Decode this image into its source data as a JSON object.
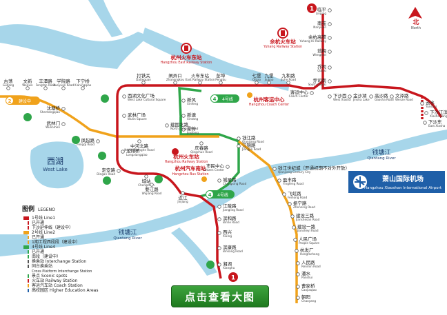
{
  "colors": {
    "water": "#a7d6ea",
    "line1": "#c8161d",
    "line2": "#f0a21b",
    "line4": "#2fa64a"
  },
  "compass": {
    "label": "北",
    "en": "North"
  },
  "water": {
    "west_lake": {
      "zh": "西湖",
      "en": "West Lake"
    },
    "qiantang_river_1": {
      "zh": "钱塘江",
      "en": "Qiantang River"
    },
    "qiantang_river_2": {
      "zh": "钱塘江",
      "en": "Qiantang River"
    }
  },
  "line_badges": {
    "l1a": "1",
    "l1b": "1",
    "l2": "2",
    "l2_status": "建设中",
    "l4a": "4",
    "l4a_zh": "4号线",
    "l4b": "4",
    "l4b_zh": "4号线"
  },
  "hubs": {
    "east_station": {
      "zh": "杭州火车东站",
      "en": "Hangzhou East Railway Station"
    },
    "yuhang_station": {
      "zh": "余杭火车站",
      "en": "Yuhang Railway Station"
    },
    "coach_center": {
      "zh": "杭州客运中心",
      "en": "Hangzhou Coach Center"
    },
    "rail_station": {
      "zh": "杭州火车站",
      "en": "Hangzhou Railway Station"
    },
    "bus_station": {
      "zh": "杭州汽车南站",
      "en": "Hangzhou Bus Station"
    },
    "airport": {
      "zh": "萧山国际机场",
      "en": "Hangzhou Xiaoshan International Airport"
    }
  },
  "stations": [
    {
      "zh": "临平",
      "en": "Linping"
    },
    {
      "zh": "南苑",
      "en": "Nanyuan"
    },
    {
      "zh": "余杭高铁",
      "en": "Yuhang Hi-Railway"
    },
    {
      "zh": "翁梅",
      "en": "Wengmei"
    },
    {
      "zh": "乔司",
      "en": "Qiaosi"
    },
    {
      "zh": "乔司南",
      "en": "South Qiaosi"
    },
    {
      "zh": "客运中心",
      "en": "Coach Center"
    },
    {
      "zh": "下沙西",
      "en": "West Xiasha"
    },
    {
      "zh": "金沙湖",
      "en": "Jinsha Lake"
    },
    {
      "zh": "高沙路",
      "en": "Gaosha Road"
    },
    {
      "zh": "文泽路",
      "en": "Wenze Road"
    },
    {
      "zh": "下沙东",
      "en": "East Xiasha"
    },
    {
      "zh": "云水",
      "en": "Yunshui"
    },
    {
      "zh": "下沙江滨",
      "en": "Xiasha Jiangbin"
    },
    {
      "zh": "九堡",
      "en": "Jiubao"
    },
    {
      "zh": "九和路",
      "en": "Jiuhe Road"
    },
    {
      "zh": "七堡",
      "en": "Qibao"
    },
    {
      "zh": "彭埠",
      "en": "Pengbu"
    },
    {
      "zh": "火车东站",
      "en": "East Railway Station"
    },
    {
      "zh": "闸弄口",
      "en": "Zhanongkou"
    },
    {
      "zh": "打铁关",
      "en": "Datieguan"
    },
    {
      "zh": "西湖文化广场",
      "en": "West Lake Cultural Square"
    },
    {
      "zh": "武林广场",
      "en": "Wulin Square"
    },
    {
      "zh": "凤起路",
      "en": "Fengqi Road"
    },
    {
      "zh": "龙翔桥",
      "en": "Longxiangqiao"
    },
    {
      "zh": "定安路",
      "en": "Dingan Road"
    },
    {
      "zh": "城站",
      "en": "Chengzhan"
    },
    {
      "zh": "婺江路",
      "en": "Wujiang Road"
    },
    {
      "zh": "近江",
      "en": "Jinjiang"
    },
    {
      "zh": "江陵路",
      "en": "Jiangling Road"
    },
    {
      "zh": "滨和路",
      "en": "Binhe Road"
    },
    {
      "zh": "西兴",
      "en": "Xixing"
    },
    {
      "zh": "滨康路",
      "en": "Binkang Road"
    },
    {
      "zh": "湘湖",
      "en": "Xianghu"
    },
    {
      "zh": "新风",
      "en": "Xinfeng"
    },
    {
      "zh": "新塘",
      "en": "Xintang"
    },
    {
      "zh": "景芳",
      "en": "Jingfang"
    },
    {
      "zh": "钱江路",
      "en": "Qianjiang Road"
    },
    {
      "zh": "江锦路",
      "en": "Jiangjin Road"
    },
    {
      "zh": "市民中心",
      "en": "Citizen Center"
    },
    {
      "zh": "城星路",
      "en": "Chengxing Road"
    },
    {
      "zh": "中河北路",
      "en": "North Zhonghe Road"
    },
    {
      "zh": "建国北路",
      "en": "North Jianguo Road"
    },
    {
      "zh": "庆春路",
      "en": "Qingchun Road"
    },
    {
      "zh": "钱江世纪城（开通初期不对外开放）",
      "en": "Qianjiang Century City"
    },
    {
      "zh": "盈丰路",
      "en": "Yingfeng Road"
    },
    {
      "zh": "飞虹路",
      "en": "Feihong Road"
    },
    {
      "zh": "振宁路",
      "en": "Zhenning Road"
    },
    {
      "zh": "建设三路",
      "en": "Jianshesan Road"
    },
    {
      "zh": "建设一路",
      "en": "Jiansheyi Road"
    },
    {
      "zh": "人民广场",
      "en": "People Square"
    },
    {
      "zh": "杭发厂",
      "en": "Hangfachang"
    },
    {
      "zh": "人民路",
      "en": "Renmin Road"
    },
    {
      "zh": "潘水",
      "en": "Panshui"
    },
    {
      "zh": "曹家桥",
      "en": "Caojiaqiao"
    },
    {
      "zh": "朝阳",
      "en": "Chaoyang"
    },
    {
      "zh": "沈塘桥",
      "en": "Shentangqiao"
    },
    {
      "zh": "武林门",
      "en": "Wulinmen"
    },
    {
      "zh": "古荡",
      "en": "Gudang"
    },
    {
      "zh": "文新",
      "en": "Wenxin"
    },
    {
      "zh": "丰潭路",
      "en": "Fengtan Road"
    },
    {
      "zh": "学院路",
      "en": "Xueyuan Road"
    },
    {
      "zh": "下宁桥",
      "en": "Xianingqiao"
    }
  ],
  "legend": {
    "title_zh": "图例",
    "title_en": "LEGENO",
    "items": [
      {
        "zh": "1号线 Line1",
        "sub": ""
      },
      {
        "zh": "已开通",
        "sub": ""
      },
      {
        "zh": "下沙延伸线（建设中）",
        "sub": ""
      },
      {
        "zh": "2号线 Line2",
        "sub": ""
      },
      {
        "zh": "已开通",
        "sub": ""
      },
      {
        "zh": "1期工程西段段（建设中）",
        "sub": ""
      },
      {
        "zh": "4号线 Line4",
        "sub": ""
      },
      {
        "zh": "已开通",
        "sub": ""
      },
      {
        "zh": "南段（建设中）",
        "sub": ""
      },
      {
        "zh": "换乘站 Interchange Station",
        "sub": ""
      },
      {
        "zh": "同台换乘站",
        "sub": "Cross Platform Interchange Station"
      },
      {
        "zh": "景点 Scenic spots",
        "sub": ""
      },
      {
        "zh": "火车站 Railway Station",
        "sub": ""
      },
      {
        "zh": "客运汽车站 Coach Station",
        "sub": ""
      },
      {
        "zh": "高校园区 Higher Education Areas",
        "sub": ""
      }
    ]
  },
  "cta": {
    "label": "点击查看大图"
  }
}
